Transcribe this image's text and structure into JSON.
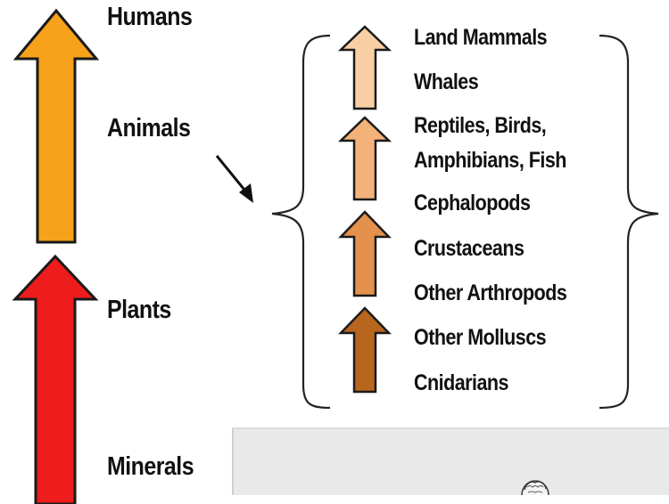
{
  "levels": {
    "humans": "Humans",
    "animals": "Animals",
    "plants": "Plants",
    "minerals": "Minerals"
  },
  "animal_groups": {
    "land_mammals": "Land Mammals",
    "whales": "Whales",
    "reptiles_line1": "Reptiles, Birds,",
    "reptiles_line2": "Amphibians, Fish",
    "cephalopods": "Cephalopods",
    "crustaceans": "Crustaceans",
    "other_arthropods": "Other Arthropods",
    "other_molluscs": "Other Molluscs",
    "cnidarians": "Cnidarians"
  },
  "colors": {
    "animals_arrow": "#f7a21b",
    "plants_arrow": "#ee1c1c",
    "small_arrow_1": "#f8cfa4",
    "small_arrow_2": "#f3b27a",
    "small_arrow_3": "#e3914c",
    "small_arrow_4": "#b8651e",
    "outline": "#1a1a1a"
  }
}
